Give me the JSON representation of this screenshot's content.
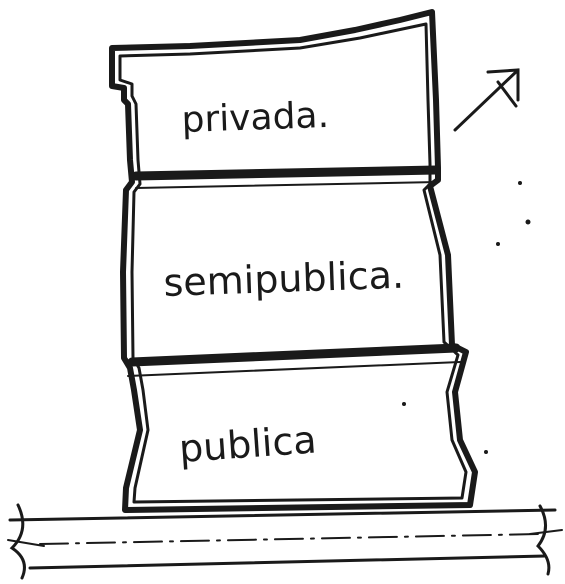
{
  "zones": [
    {
      "label": "privada."
    },
    {
      "label": "semipublica."
    },
    {
      "label": "publica"
    }
  ],
  "colors": {
    "ink": "#1a1a1a",
    "paper": "#ffffff"
  },
  "icons": {
    "north_arrow": "north-arrow-icon"
  }
}
